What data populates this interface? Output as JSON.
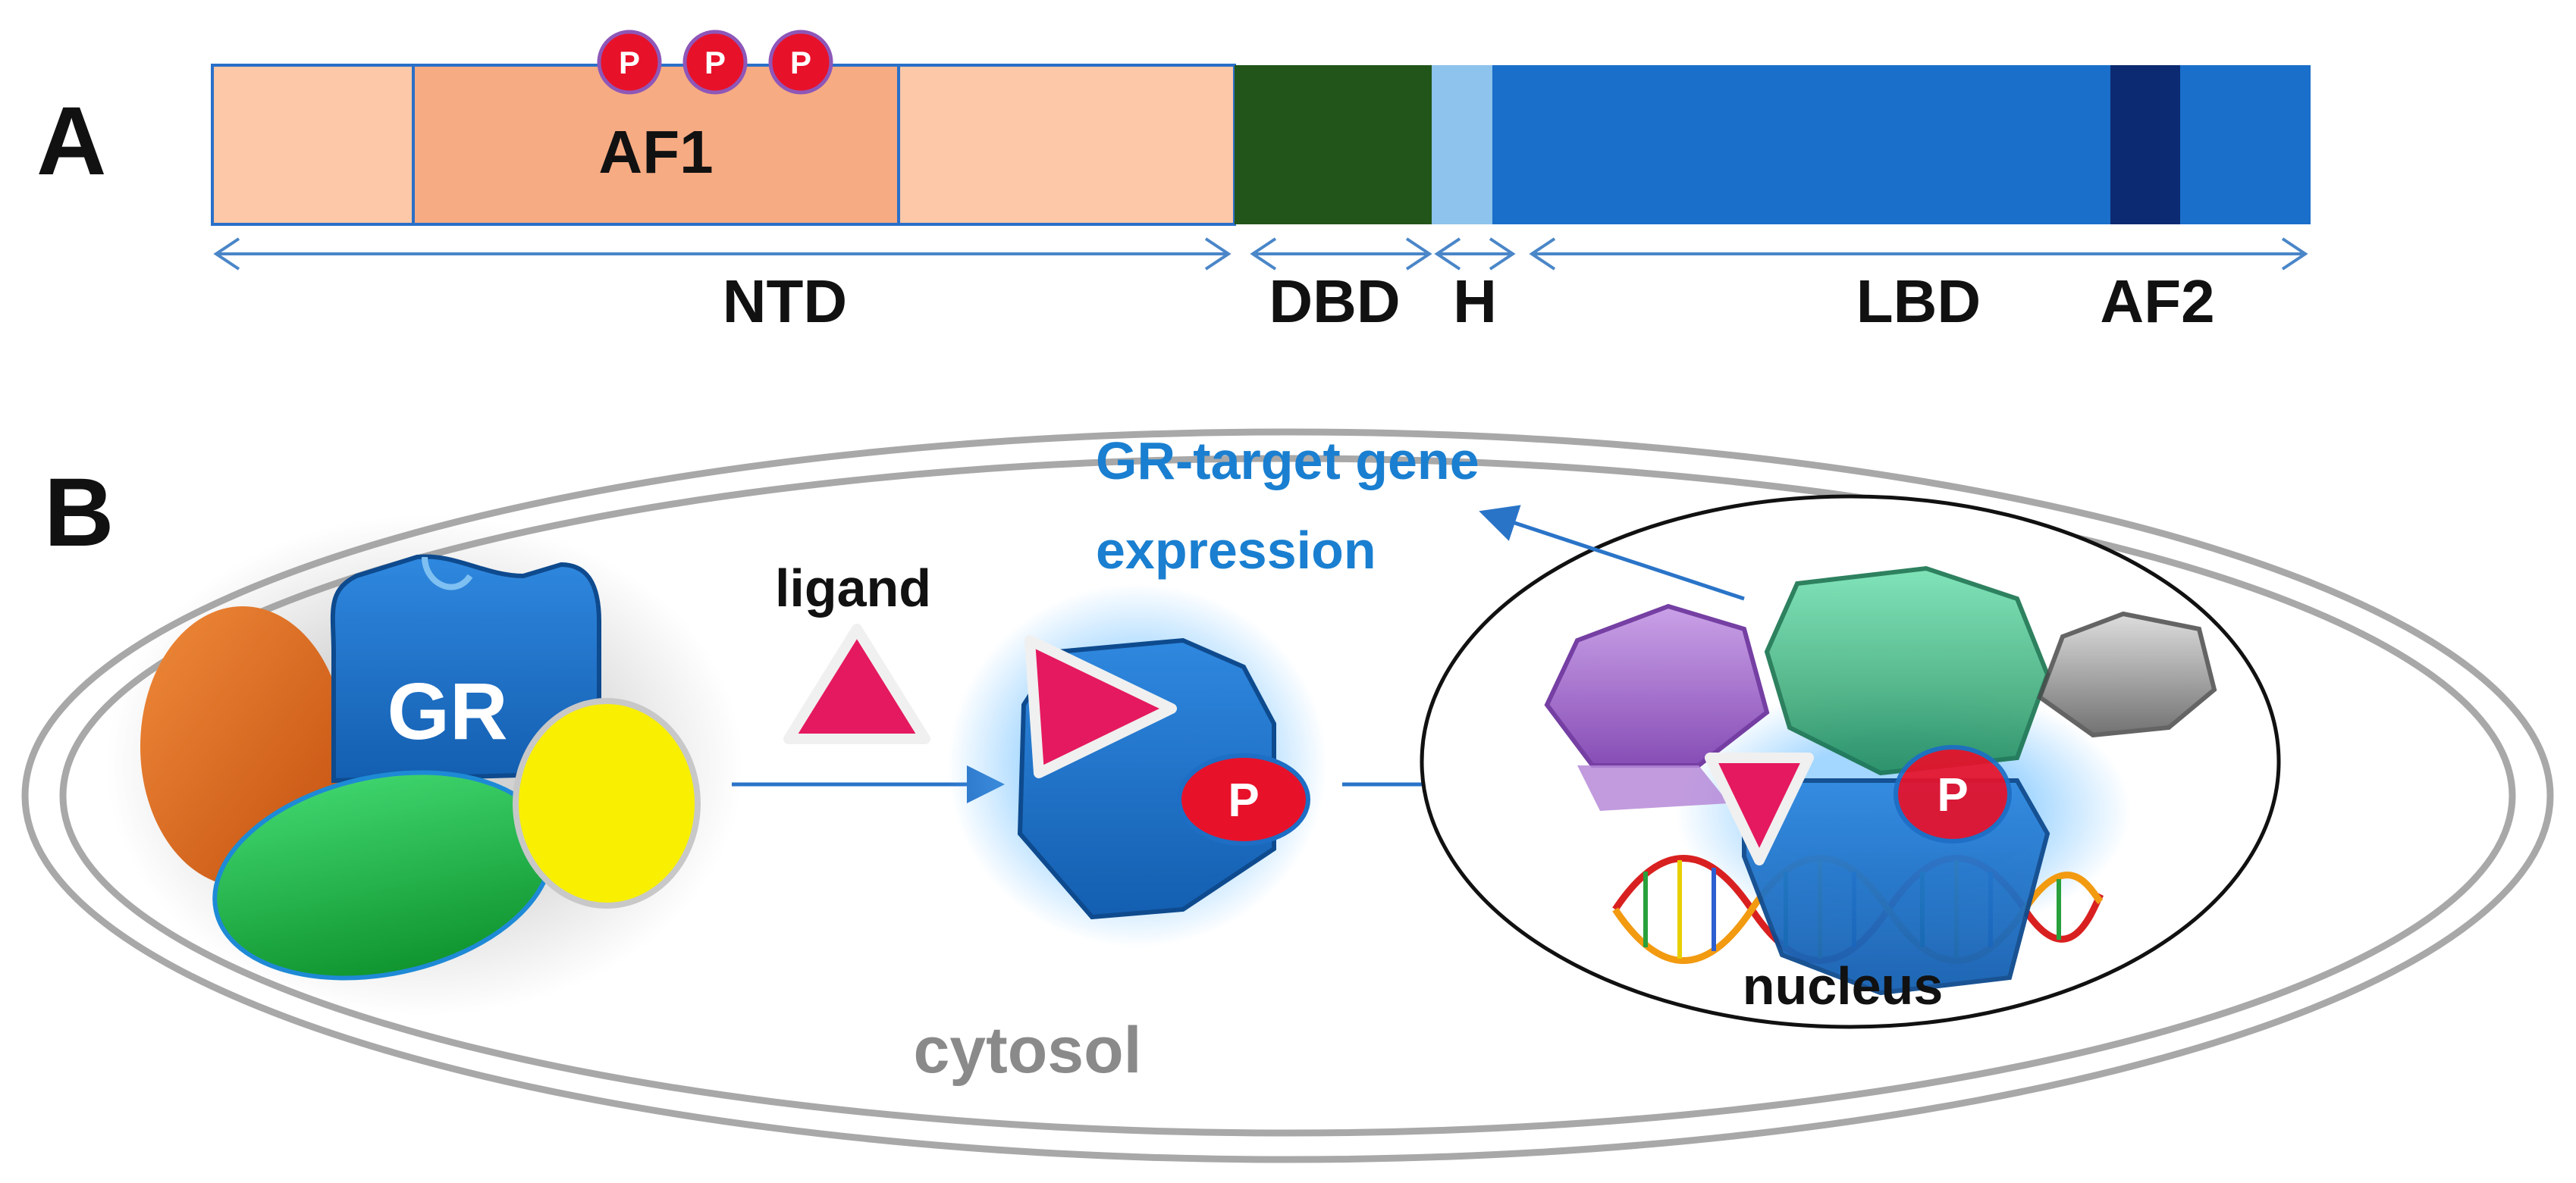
{
  "panels": {
    "a": "A",
    "b": "B"
  },
  "domain_bar": {
    "af1_label": "AF1",
    "phospho": [
      "P",
      "P",
      "P"
    ],
    "labels": {
      "ntd": "NTD",
      "dbd": "DBD",
      "hinge": "H",
      "lbd": "LBD",
      "af2": "AF2"
    },
    "colors": {
      "ntd_light": "#fcc8a8",
      "af1": "#f7ab82",
      "dbd": "#21551a",
      "hinge": "#8dc3ec",
      "lbd": "#1a6fca",
      "af2": "#0c2a72",
      "arrow": "#4a86c8",
      "phospho": "#e8112a"
    }
  },
  "pathway": {
    "gr_label": "GR",
    "ligand_label": "ligand",
    "phospho_label": "P",
    "target_line1": "GR-target gene",
    "target_line2": "expression",
    "nucleus_label": "nucleus",
    "cytosol_label": "cytosol",
    "colors": {
      "gr": "#1d6ec4",
      "ligand": "#e5195f",
      "chaperone_orange": "#e0661a",
      "chaperone_green": "#18b84a",
      "chaperone_yellow": "#f8f000",
      "cell_outline": "#a8a8a8",
      "text_blue": "#1a7fd0",
      "cofactor_purple": "#9a5cc8",
      "cofactor_green": "#2bab74",
      "cofactor_gray": "#7f7f7f"
    }
  }
}
